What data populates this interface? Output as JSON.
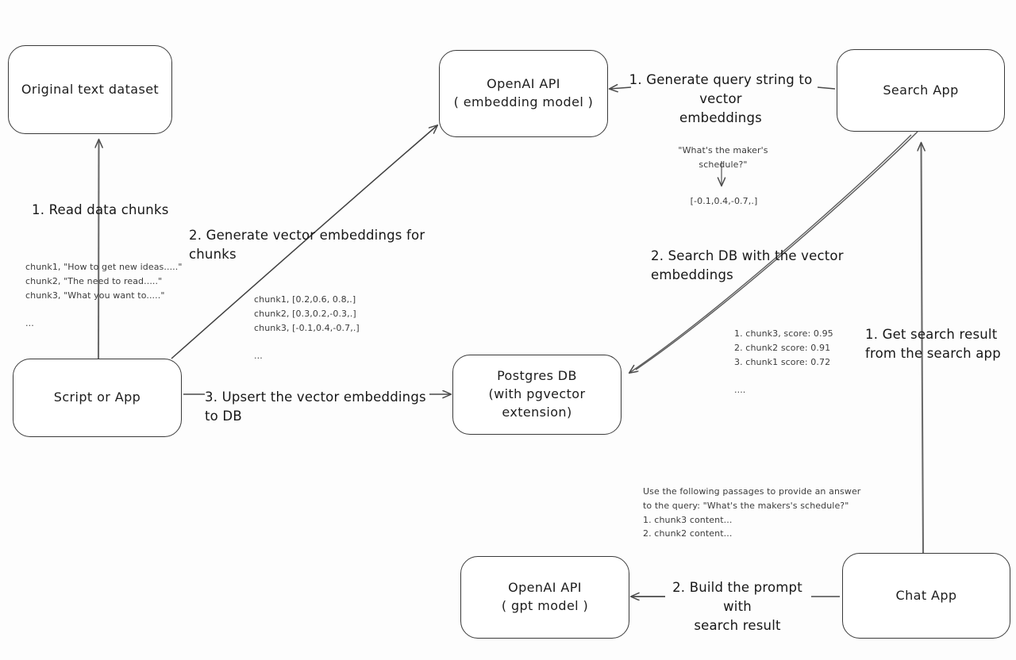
{
  "diagram": {
    "title": "Vector search RAG architecture",
    "stroke_color": "#3a3a3a",
    "background_color": "#fdfdfd",
    "text_color": "#1d1d1d"
  },
  "nodes": {
    "original_text_dataset": {
      "line1": "Original text dataset",
      "line2": ""
    },
    "script_or_app": {
      "line1": "Script or App",
      "line2": ""
    },
    "openai_embedding": {
      "line1": "OpenAI API",
      "line2": "( embedding model )"
    },
    "postgres_db": {
      "line1": "Postgres DB",
      "line2": "(with pgvector extension)"
    },
    "openai_gpt": {
      "line1": "OpenAI API",
      "line2": "( gpt model )"
    },
    "search_app": {
      "line1": "Search App",
      "line2": ""
    },
    "chat_app": {
      "line1": "Chat App",
      "line2": ""
    }
  },
  "edge_labels": {
    "read_data_chunks": "1. Read data chunks",
    "generate_vector_embeddings": "2. Generate vector embeddings for chunks",
    "upsert_vector_embeddings": "3. Upsert the vector embeddings  to DB",
    "generate_query_string": "1. Generate query string to vector\nembeddings",
    "search_db": "2. Search DB with the vector embeddings",
    "get_search_result": "1. Get search result\nfrom the search app",
    "build_prompt": "2. Build the prompt with\nsearch result"
  },
  "notes": {
    "chunks": "chunk1, \"How to get new ideas.....\"\nchunk2, \"The need to read.....\"\nchunk3, \"What you want to.....\"\n\n...",
    "chunk_vectors": "chunk1, [0.2,0.6, 0.8,.]\nchunk2, [0.3,0.2,-0.3,.]\nchunk3, [-0.1,0.4,-0.7,.]\n\n...",
    "query_string": "\"What's the maker's schedule?\"",
    "query_vector": "[-0.1,0.4,-0.7,.]",
    "search_scores": "1. chunk3, score: 0.95\n2. chunk2 score: 0.91\n3. chunk1 score: 0.72\n\n....",
    "prompt": "Use the following passages to provide an answer\nto the query: \"What's the makers's schedule?\"\n1. chunk3 content...\n2. chunk2 content..."
  }
}
